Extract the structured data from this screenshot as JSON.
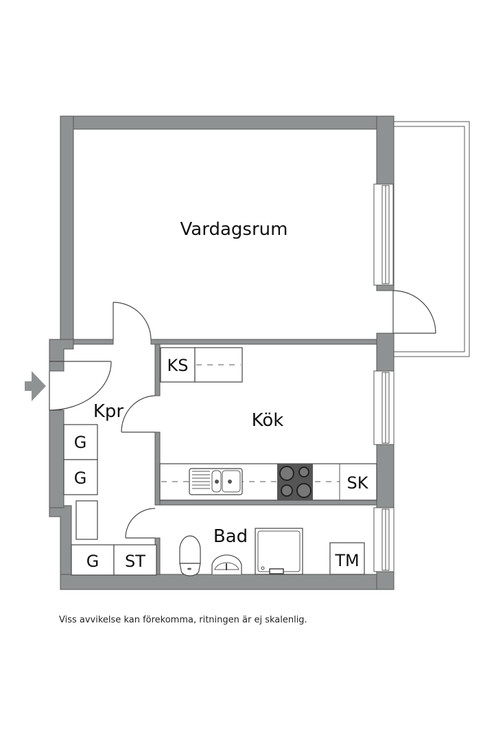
{
  "plan": {
    "rooms": {
      "vardagsrum": "Vardagsrum",
      "kok": "Kök",
      "kpr": "Kpr",
      "bad": "Bad"
    },
    "fixtures": {
      "ks": "KS",
      "sk": "SK",
      "g1": "G",
      "g2": "G",
      "g3": "G",
      "st": "ST",
      "tm": "TM"
    },
    "entrance_icon": "entrance-arrow-icon",
    "colors": {
      "wall": "#8f9293",
      "stove": "#555555",
      "line": "#444444"
    }
  },
  "footer": {
    "disclaimer": "Viss avvikelse kan förekomma, ritningen är ej skalenlig."
  }
}
